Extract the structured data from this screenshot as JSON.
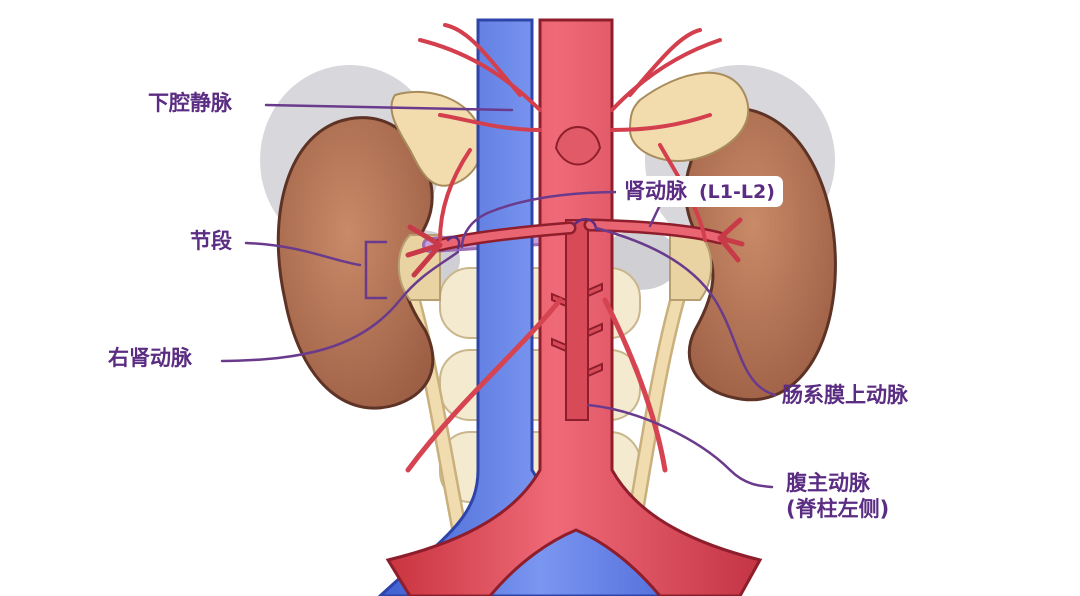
{
  "labels": {
    "ivc": "下腔静脉",
    "segment": "节段",
    "right_renal_artery": "右肾动脉",
    "renal_artery": "肾动脉",
    "renal_artery_level": "(L1-L2)",
    "sma": "肠系膜上动脉",
    "aorta_line1": "腹主动脉",
    "aorta_line2": "(脊柱左侧)"
  },
  "colors": {
    "label_text": "#5b2d82",
    "leader_line": "#6a3a8c",
    "artery": "#e0505f",
    "artery_dark": "#b52a3a",
    "vein": "#5a79e0",
    "kidney": "#b77556",
    "adrenal": "#f0d8a8",
    "ureter": "#e8cfa0"
  }
}
